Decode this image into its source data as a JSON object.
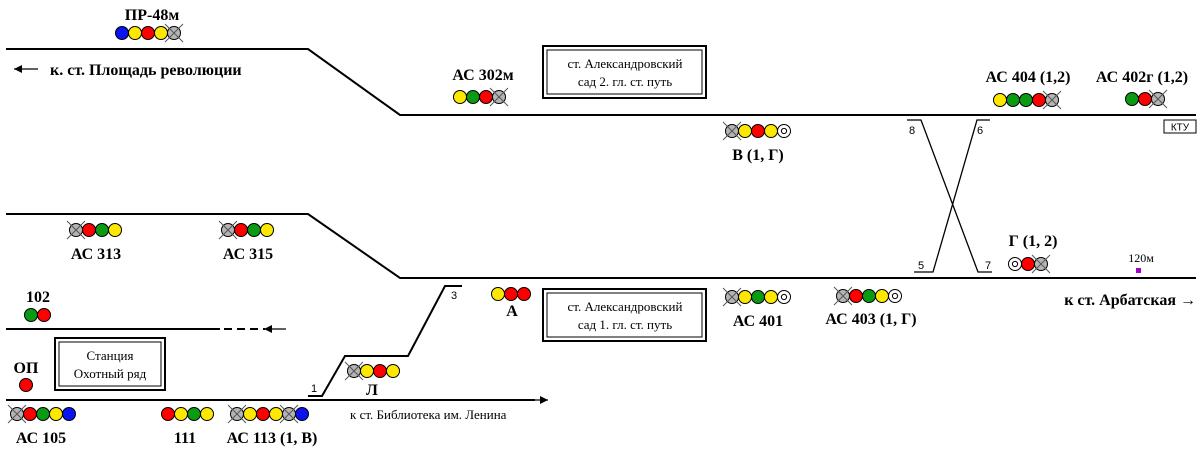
{
  "colors": {
    "blue": "#0a14f0",
    "yellow": "#ffe800",
    "red": "#ff0000",
    "green": "#0a9a14",
    "gray": "#b4b4b4",
    "marker": "#a000c8"
  },
  "directions": {
    "ploshchad": "к. ст. Площадь революции",
    "arbatskaya": "к ст. Арбатская →",
    "biblioteka": "к ст. Библиотека им. Ленина"
  },
  "boxes": {
    "track2_line1": "ст. Александровский",
    "track2_line2": "сад 2. гл. ст. путь",
    "track1_line1": "ст. Александровский",
    "track1_line2": "сад 1. гл. ст. путь",
    "station_line1": "Станция",
    "station_line2": "Охотный ряд"
  },
  "markers": {
    "ktu": "КТУ",
    "m120": "120м"
  },
  "switches": {
    "s1": "1",
    "s3": "3",
    "s5": "5",
    "s6": "6",
    "s7": "7",
    "s8": "8"
  },
  "signals": [
    {
      "label": "ПР-48м",
      "lamps": [
        "blue",
        "yellow",
        "red",
        "yellow",
        "gray"
      ],
      "crossed": [
        4
      ]
    },
    {
      "label": "АС 302м",
      "lamps": [
        "yellow",
        "green",
        "red",
        "gray"
      ],
      "crossed": [
        3
      ]
    },
    {
      "label": "АС 404 (1,2)",
      "lamps": [
        "yellow",
        "green",
        "green",
        "red",
        "gray"
      ],
      "crossed": [
        4
      ]
    },
    {
      "label": "АС 402г (1,2)",
      "lamps": [
        "green",
        "red",
        "gray"
      ],
      "crossed": [
        2
      ]
    },
    {
      "label": "В (1, Г)",
      "lamps": [
        "gray",
        "yellow",
        "red",
        "yellow",
        "ring"
      ],
      "crossed": [
        0
      ]
    },
    {
      "label": "АС 313",
      "lamps": [
        "gray",
        "red",
        "green",
        "yellow"
      ],
      "crossed": [
        0
      ]
    },
    {
      "label": "АС 315",
      "lamps": [
        "gray",
        "red",
        "green",
        "yellow"
      ],
      "crossed": [
        0
      ]
    },
    {
      "label": "Г (1, 2)",
      "lamps": [
        "ring",
        "red",
        "gray"
      ],
      "crossed": [
        2
      ]
    },
    {
      "label": "102",
      "lamps": [
        "green",
        "red"
      ],
      "crossed": []
    },
    {
      "label": "А",
      "lamps": [
        "yellow",
        "red",
        "red"
      ],
      "crossed": []
    },
    {
      "label": "АС 401",
      "lamps": [
        "gray",
        "yellow",
        "green",
        "yellow",
        "ring"
      ],
      "crossed": [
        0
      ]
    },
    {
      "label": "АС 403 (1, Г)",
      "lamps": [
        "gray",
        "red",
        "green",
        "yellow",
        "ring"
      ],
      "crossed": [
        0
      ]
    },
    {
      "label": "ОП",
      "lamps": [
        "red"
      ],
      "crossed": []
    },
    {
      "label": "Л",
      "lamps": [
        "gray",
        "yellow",
        "red",
        "yellow"
      ],
      "crossed": [
        0
      ]
    },
    {
      "label": "АС 105",
      "lamps": [
        "gray",
        "red",
        "green",
        "yellow",
        "blue"
      ],
      "crossed": [
        0
      ]
    },
    {
      "label": "111",
      "lamps": [
        "red",
        "yellow",
        "green",
        "yellow"
      ],
      "crossed": []
    },
    {
      "label": "АС 113 (1, В)",
      "lamps": [
        "gray",
        "yellow",
        "red",
        "yellow",
        "gray",
        "blue"
      ],
      "crossed": [
        0,
        4
      ]
    }
  ]
}
